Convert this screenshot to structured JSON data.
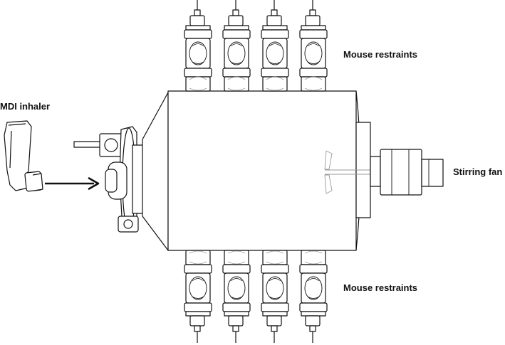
{
  "labels": {
    "mdi_inhaler": "MDI inhaler",
    "mouse_restraints_top": "Mouse restraints",
    "mouse_restraints_bottom": "Mouse restraints",
    "stirring_fan": "Stirring fan"
  },
  "restraints": {
    "top_count": 4,
    "bottom_count": 4
  },
  "colors": {
    "line": "#111111",
    "faint_line": "#9a9a9a",
    "fill": "#ffffff"
  }
}
